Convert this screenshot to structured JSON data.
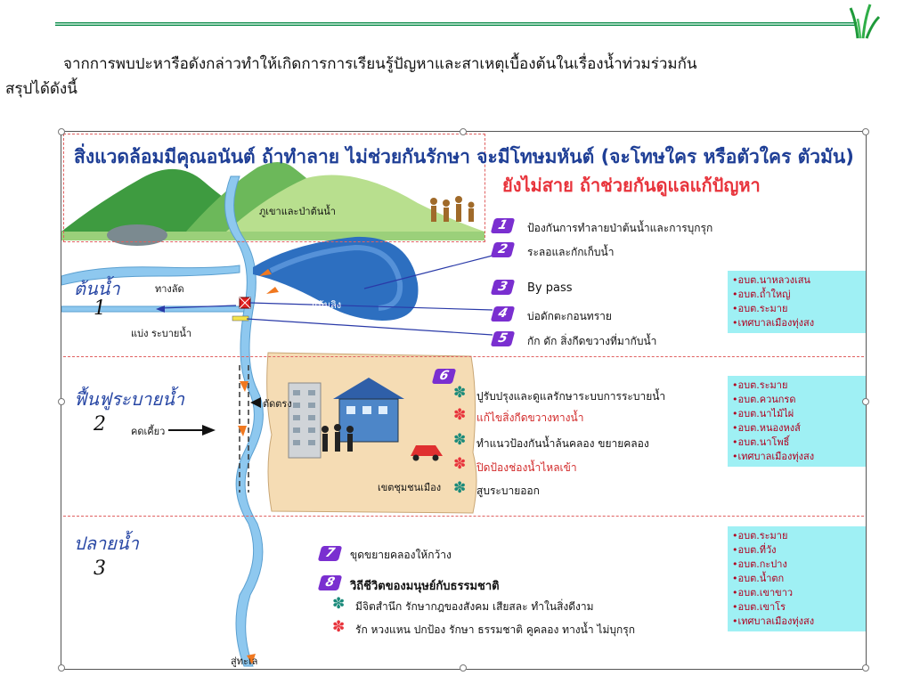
{
  "document": {
    "intro_line1": "จากการพบปะหารือดังกล่าวทำให้เกิดการการเรียนรู้ปัญหาและสาเหตุเบื้องต้นในเรื่องน้ำท่วมร่วมกัน",
    "intro_line2": "สรุปได้ดังนี้"
  },
  "diagram": {
    "title_line1": "สิ่งแวดล้อมมีคุณอนันต์  ถ้าทำลาย ไม่ช่วยกันรักษา จะมีโทษมหันต์ (จะโทษใคร หรือตัวใคร ตัวมัน)",
    "title_line2": "ยังไม่สาย  ถ้าช่วยกันดูแลแก้ปัญหา",
    "mountain_label": "ภูเขาและป่าต้นน้ำ",
    "reservoir_label": "แก้มลิง",
    "bypass_label": "ทางลัด",
    "divert_label": "แบ่ง ระบายน้ำ",
    "straight_label": "ตัดตรง",
    "meander_label": "คดเคี้ยว",
    "community_label": "เขตชุมชนเมือง",
    "sea_label": "สู่ทะเล",
    "zones": [
      {
        "name": "ต้นน้ำ",
        "number": "1"
      },
      {
        "name": "ฟื้นฟูระบายน้ำ",
        "number": "2"
      },
      {
        "name": "ปลายน้ำ",
        "number": "3"
      }
    ],
    "steps_zone1": [
      {
        "num": "1",
        "label": "ป้องกันการทำลายป่าต้นน้ำและการบุกรุก"
      },
      {
        "num": "2",
        "label": "ระลอและกักเก็บน้ำ"
      },
      {
        "num": "3",
        "label": "By pass"
      },
      {
        "num": "4",
        "label": "บ่อดักตะกอนทราย"
      },
      {
        "num": "5",
        "label": "กัก ดัก สิ่งกีดขวางที่มากับน้ำ"
      }
    ],
    "step6_num": "6",
    "steps_zone2": [
      {
        "label": "ปูรับปรุงและดูแลรักษาระบบการระบายน้ำ",
        "color": "black"
      },
      {
        "label": "แก้ไขสิ่งกีดขวางทางน้ำ",
        "color": "red"
      },
      {
        "label": "ทำแนวป้องกันน้ำล้นคลอง ขยายคลอง",
        "color": "black"
      },
      {
        "label": "ปิดป้องช่องน้ำไหลเข้า",
        "color": "red"
      },
      {
        "label": "สูบระบายออก",
        "color": "black"
      }
    ],
    "steps_zone3": [
      {
        "num": "7",
        "label": "ขุดขยายคลองให้กว้าง"
      },
      {
        "num": "8",
        "label": "วิถีชีวิตของมนุษย์กับธรรมชาติ"
      }
    ],
    "zone3_sub": [
      "มีจิตสำนึก รักษากฎของสังคม เสียสละ ทำในสิ่งดีงาม",
      "รัก หวงแหน ปกป้อง รักษา ธรรมชาติ คูคลอง ทางน้ำ ไม่บุกรุก"
    ],
    "agencies_zone1": [
      "•อบต.นาหลวงเสน",
      "•อบต.ถ้ำใหญ่",
      "•อบต.ระมาย",
      "•เทศบาลเมืองทุ่งสง"
    ],
    "agencies_zone2": [
      "•อบต.ระมาย",
      "•อบต.ควนกรด",
      "•อบต.นาไม้ไผ่",
      "•อบต.หนองหงส์",
      "•อบต.นาโพธิ์",
      "•เทศบาลเมืองทุ่งสง"
    ],
    "agencies_zone3": [
      "•อบต.ระมาย",
      "•อบต.ที่วัง",
      "•อบต.กะปาง",
      "•อบต.น้ำตก",
      "•อบต.เขาขาว",
      "•อบต.เขาโร",
      "•เทศบาลเมืองทุ่งสง"
    ]
  },
  "colors": {
    "title_blue": "#1f3f96",
    "title_red": "#e8343c",
    "tile_purple": "#7a2fd0",
    "agency_bg": "#9ff0f4",
    "river": "#8ec8ef"
  }
}
